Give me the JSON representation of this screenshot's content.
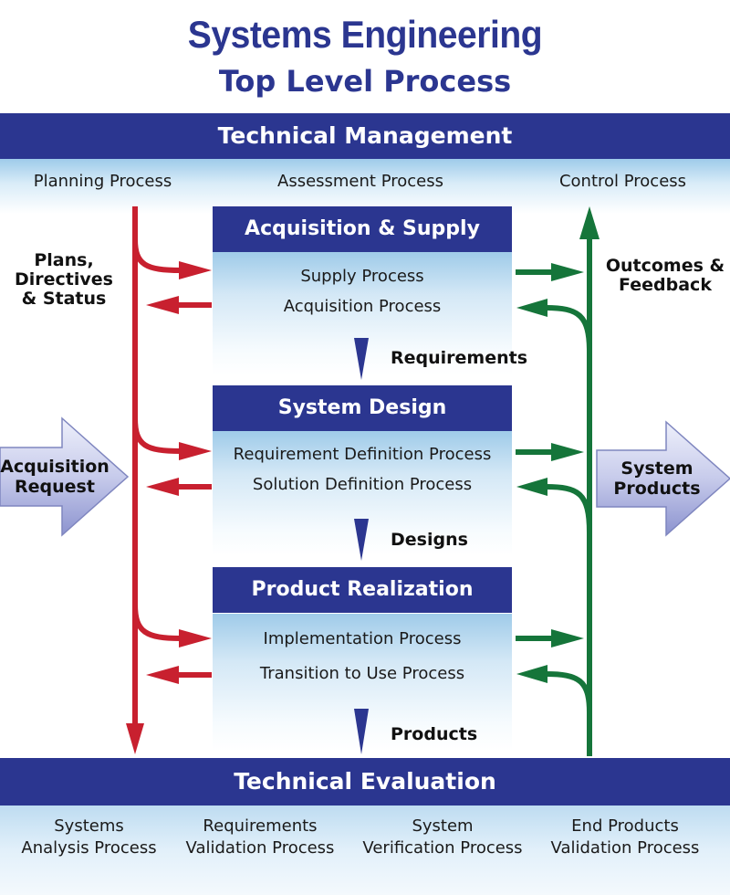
{
  "title": "Systems Engineering",
  "subtitle": "Top Level Process",
  "technical_management": {
    "label": "Technical Management",
    "processes": [
      "Planning Process",
      "Assessment Process",
      "Control Process"
    ]
  },
  "left_label": [
    "Plans,",
    "Directives",
    "& Status"
  ],
  "right_label": [
    "Outcomes &",
    "Feedback"
  ],
  "input_arrow": [
    "Acquisition",
    "Request"
  ],
  "output_arrow": [
    "System",
    "Products"
  ],
  "phases": [
    {
      "name": "Acquisition & Supply",
      "processes": [
        "Supply Process",
        "Acquisition Process"
      ]
    },
    {
      "name": "System Design",
      "processes": [
        "Requirement Definition Process",
        "Solution Definition Process"
      ]
    },
    {
      "name": "Product Realization",
      "processes": [
        "Implementation Process",
        "Transition to Use Process"
      ]
    }
  ],
  "flows": [
    "Requirements",
    "Designs",
    "Products"
  ],
  "technical_evaluation": {
    "label": "Technical Evaluation",
    "processes": [
      [
        "Systems",
        "Analysis Process"
      ],
      [
        "Requirements",
        "Validation Process"
      ],
      [
        "System",
        "Verification Process"
      ],
      [
        "End Products",
        "Validation Process"
      ]
    ]
  },
  "colors": {
    "navy": "#2b3690",
    "red": "#c8202f",
    "green": "#15753a",
    "band": "#9ecbea"
  }
}
